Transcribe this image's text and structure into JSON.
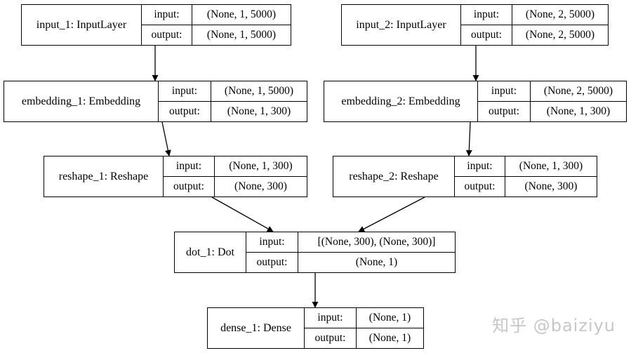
{
  "nodes": [
    {
      "name": "input_1: InputLayer",
      "in_label": "input:",
      "in_value": "(None, 1, 5000)",
      "out_label": "output:",
      "out_value": "(None, 1, 5000)"
    },
    {
      "name": "input_2: InputLayer",
      "in_label": "input:",
      "in_value": "(None, 2, 5000)",
      "out_label": "output:",
      "out_value": "(None, 2, 5000)"
    },
    {
      "name": "embedding_1: Embedding",
      "in_label": "input:",
      "in_value": "(None, 1, 5000)",
      "out_label": "output:",
      "out_value": "(None, 1, 300)"
    },
    {
      "name": "embedding_2: Embedding",
      "in_label": "input:",
      "in_value": "(None, 2, 5000)",
      "out_label": "output:",
      "out_value": "(None, 1, 300)"
    },
    {
      "name": "reshape_1: Reshape",
      "in_label": "input:",
      "in_value": "(None, 1, 300)",
      "out_label": "output:",
      "out_value": "(None, 300)"
    },
    {
      "name": "reshape_2: Reshape",
      "in_label": "input:",
      "in_value": "(None, 1, 300)",
      "out_label": "output:",
      "out_value": "(None, 300)"
    },
    {
      "name": "dot_1: Dot",
      "in_label": "input:",
      "in_value": "[(None, 300), (None, 300)]",
      "out_label": "output:",
      "out_value": "(None, 1)"
    },
    {
      "name": "dense_1: Dense",
      "in_label": "input:",
      "in_value": "(None, 1)",
      "out_label": "output:",
      "out_value": "(None, 1)"
    }
  ],
  "edges": [
    [
      "input_1: InputLayer",
      "embedding_1: Embedding"
    ],
    [
      "input_2: InputLayer",
      "embedding_2: Embedding"
    ],
    [
      "embedding_1: Embedding",
      "reshape_1: Reshape"
    ],
    [
      "embedding_2: Embedding",
      "reshape_2: Reshape"
    ],
    [
      "reshape_1: Reshape",
      "dot_1: Dot"
    ],
    [
      "reshape_2: Reshape",
      "dot_1: Dot"
    ],
    [
      "dot_1: Dot",
      "dense_1: Dense"
    ]
  ],
  "watermark": "知乎 @baiziyu"
}
